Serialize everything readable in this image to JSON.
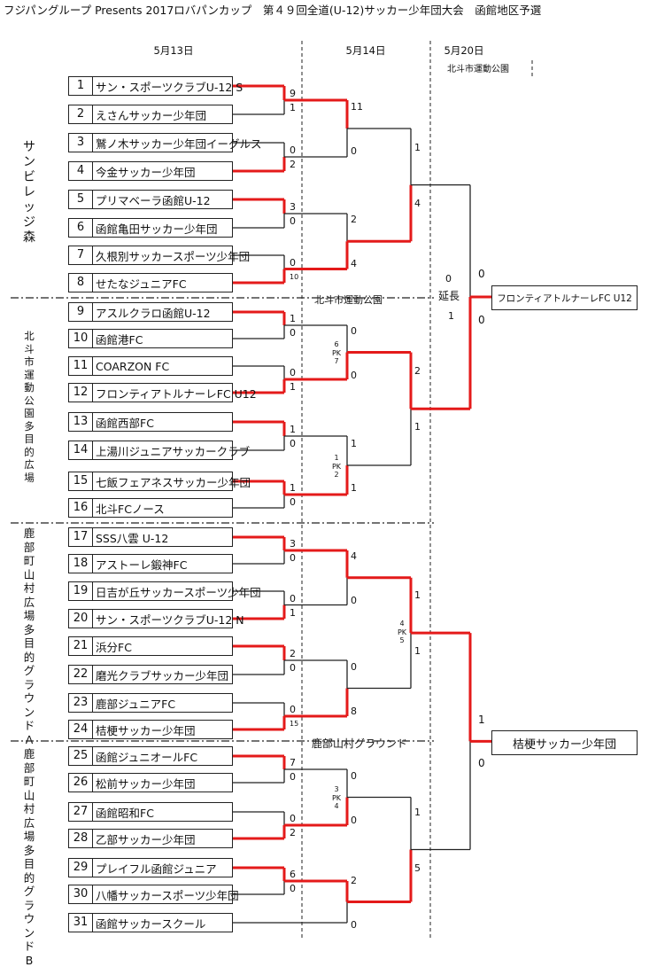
{
  "title": "フジパングループ Presents 2017ロバパンカップ　第４９回全道(U-12)サッカー少年団大会　函館地区予選",
  "dates": [
    "5月13日",
    "5月14日",
    "5月20日"
  ],
  "venues": {
    "hokuto_top": "北斗市運動公園",
    "hokuto_mid": "北斗市運動公園",
    "shikabe_mid": "鹿部山村グラウンド"
  },
  "group_labels": [
    "サンビレッジ森",
    "北斗市運動公園多目的広場",
    "鹿部町山村広場多目的グラウンドA",
    "鹿部町山村広場多目的グラウンドB"
  ],
  "teams": [
    {
      "no": "1",
      "name": "サン・スポーツクラブU-12 S"
    },
    {
      "no": "2",
      "name": "えさんサッカー少年団"
    },
    {
      "no": "3",
      "name": "鷲ノ木サッカー少年団イーグルス"
    },
    {
      "no": "4",
      "name": "今金サッカー少年団"
    },
    {
      "no": "5",
      "name": "プリマベーラ函館U-12"
    },
    {
      "no": "6",
      "name": "函館亀田サッカー少年団"
    },
    {
      "no": "7",
      "name": "久根別サッカースポーツ少年団"
    },
    {
      "no": "8",
      "name": "せたなジュニアFC"
    },
    {
      "no": "9",
      "name": "アスルクラロ函館U-12"
    },
    {
      "no": "10",
      "name": "函館港FC"
    },
    {
      "no": "11",
      "name": "COARZON FC"
    },
    {
      "no": "12",
      "name": "フロンティアトルナーレFC U12"
    },
    {
      "no": "13",
      "name": "函館西部FC"
    },
    {
      "no": "14",
      "name": "上湯川ジュニアサッカークラブ"
    },
    {
      "no": "15",
      "name": "七飯フェアネスサッカー少年団"
    },
    {
      "no": "16",
      "name": "北斗FCノース"
    },
    {
      "no": "17",
      "name": "SSS八雲 U-12"
    },
    {
      "no": "18",
      "name": "アストーレ鍛神FC"
    },
    {
      "no": "19",
      "name": "日吉が丘サッカースポーツ少年団"
    },
    {
      "no": "20",
      "name": "サン・スポーツクラブU-12 N"
    },
    {
      "no": "21",
      "name": "浜分FC"
    },
    {
      "no": "22",
      "name": "磨光クラブサッカー少年団"
    },
    {
      "no": "23",
      "name": "鹿部ジュニアFC"
    },
    {
      "no": "24",
      "name": "桔梗サッカー少年団"
    },
    {
      "no": "25",
      "name": "函館ジュニオールFC"
    },
    {
      "no": "26",
      "name": "松前サッカー少年団"
    },
    {
      "no": "27",
      "name": "函館昭和FC"
    },
    {
      "no": "28",
      "name": "乙部サッカー少年団"
    },
    {
      "no": "29",
      "name": "プレイフル函館ジュニア"
    },
    {
      "no": "30",
      "name": "八幡サッカースポーツ少年団"
    },
    {
      "no": "31",
      "name": "函館サッカースクール"
    }
  ],
  "scores": {
    "r1": [
      "9",
      "1",
      "0",
      "2",
      "3",
      "0",
      "0",
      "10",
      "1",
      "0",
      "0",
      "1",
      "1",
      "0",
      "1",
      "0",
      "3",
      "0",
      "0",
      "1",
      "2",
      "0",
      "0",
      "15",
      "7",
      "0",
      "0",
      "2",
      "6",
      "0"
    ],
    "r2": [
      "11",
      "0",
      "2",
      "4",
      "0",
      "0",
      "1",
      "1",
      "4",
      "0",
      "0",
      "8",
      "0",
      "0",
      "2",
      "0"
    ],
    "pk_r2": [
      {
        "a": "6",
        "label": "PK",
        "b": "7"
      },
      {
        "a": "1",
        "label": "PK",
        "b": "2"
      },
      {
        "a": "3",
        "label": "PK",
        "b": "4"
      }
    ],
    "r3": [
      "1",
      "4",
      "2",
      "1",
      "1",
      "1",
      "1",
      "5"
    ],
    "pk_r3": {
      "a": "4",
      "label": "PK",
      "b": "5"
    },
    "sf_top": {
      "a": "0",
      "note": "延長",
      "b": "1"
    },
    "final_top": [
      "0",
      "0"
    ],
    "final_bottom": [
      "1",
      "0"
    ]
  },
  "finalists": {
    "top": "フロンティアトルナーレFC U12",
    "bottom": "桔梗サッカー少年団"
  },
  "colors": {
    "winner_line": "#e41a1a",
    "line": "#222222"
  }
}
